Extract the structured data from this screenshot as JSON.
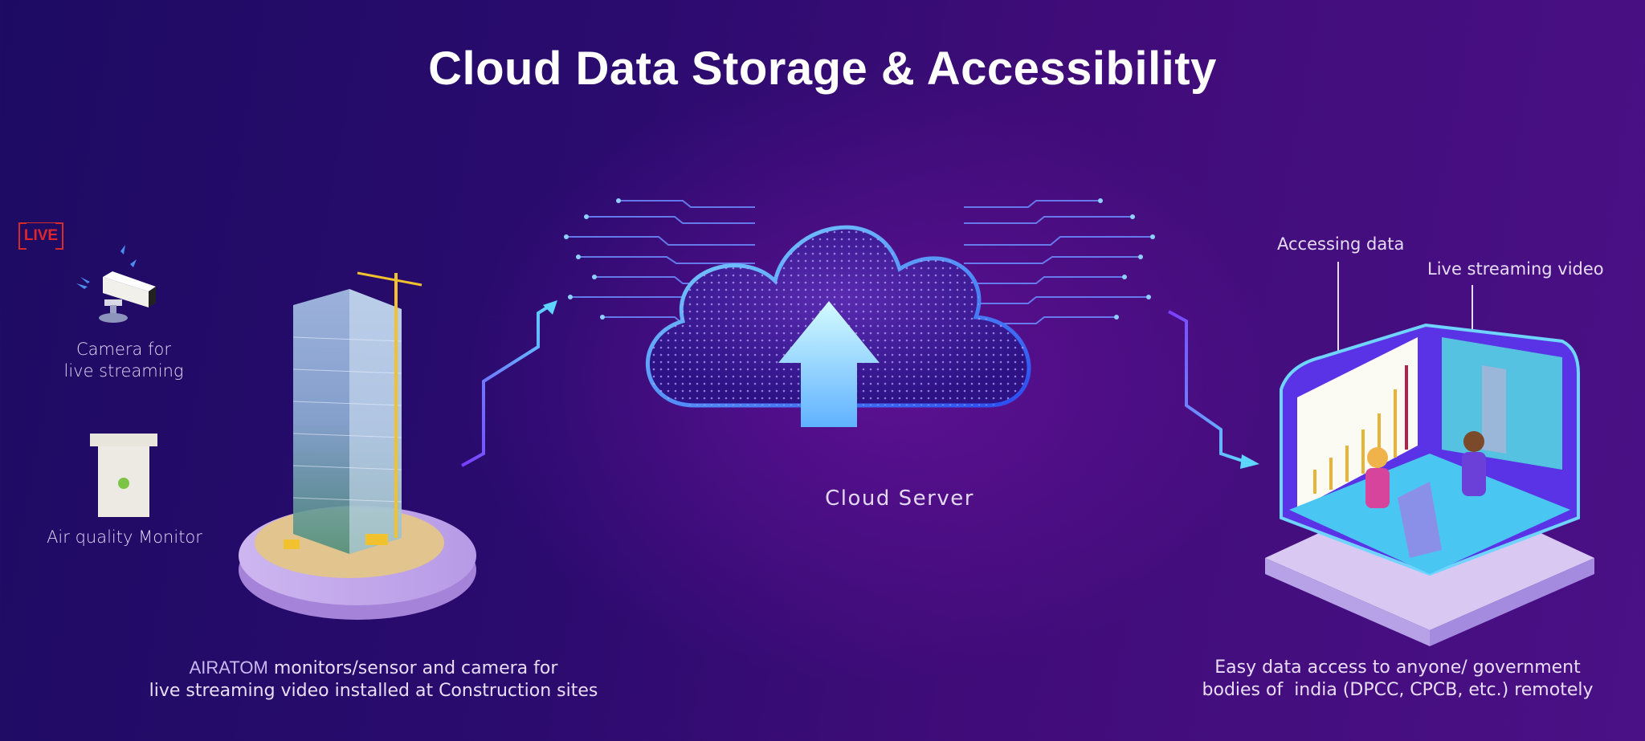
{
  "title": "Cloud Data Storage & Accessibility",
  "left": {
    "live_badge": "LIVE",
    "camera_label_line1": "Camera for",
    "camera_label_line2": "live streaming",
    "monitor_label": "Air quality Monitor",
    "caption_brand": "AIRATOM",
    "caption_line1_rest": " monitors/sensor and camera for",
    "caption_line2": "live streaming video installed at Construction sites"
  },
  "center": {
    "cloud_label": "Cloud Server"
  },
  "right": {
    "accessing_label": "Accessing data",
    "streaming_label": "Live streaming video",
    "caption_line1": "Easy data access to anyone/ government",
    "caption_line2": "bodies of  india (DPCC, CPCB, etc.) remotely"
  },
  "colors": {
    "accent_cyan": "#5fd6ff",
    "accent_purple": "#7a3cff",
    "live_red": "#e0262a"
  }
}
